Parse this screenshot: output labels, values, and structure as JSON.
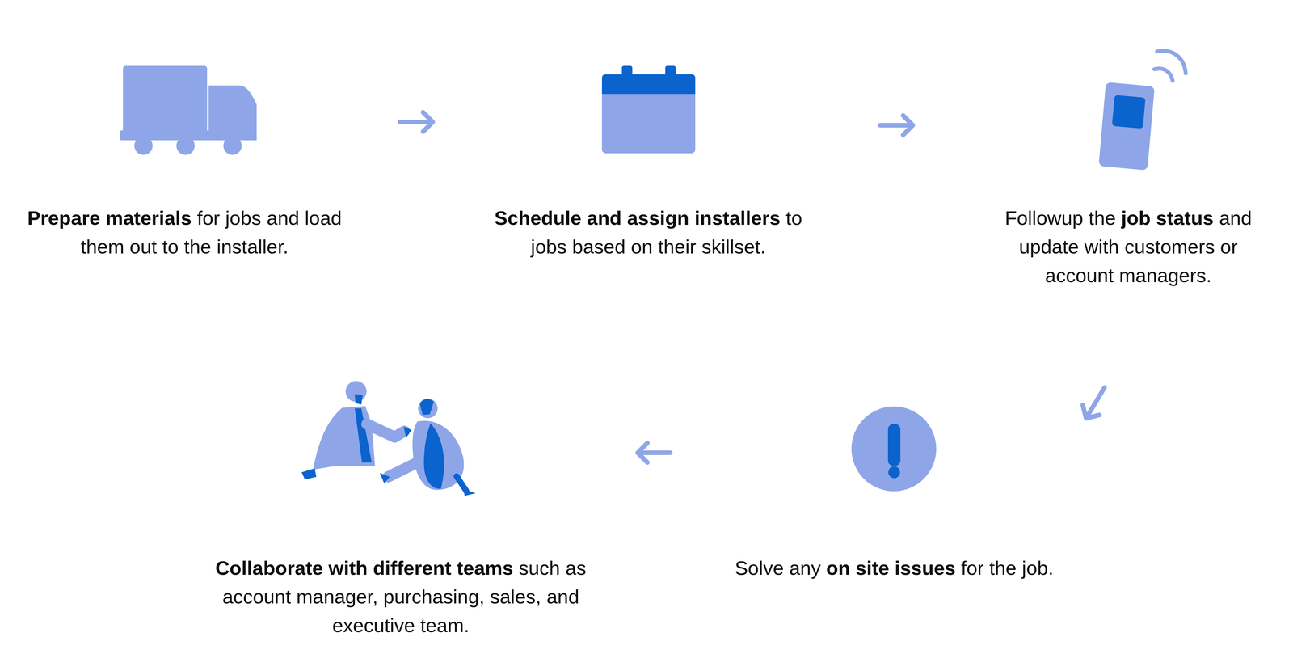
{
  "diagram": {
    "nodes": [
      {
        "text": [
          "Prepare materials",
          "for jobs and load them out to the installer."
        ]
      },
      {
        "text": [
          "Schedule and assign installers",
          "to jobs based on their skillset."
        ]
      },
      {
        "text": [
          "Followup the",
          "job status",
          "and update with customers or account managers."
        ]
      },
      {
        "text": [
          "Solve any",
          "on site issues",
          "for the job."
        ]
      },
      {
        "text": [
          "Collaborate with different teams",
          "such as account manager, purchasing, sales, and executive team."
        ]
      }
    ],
    "edges": [
      {
        "from": 0,
        "to": 1,
        "arrow": "to"
      },
      {
        "from": 1,
        "to": 2,
        "arrow": "to"
      },
      {
        "from": 2,
        "to": 3,
        "arrow": "to"
      },
      {
        "from": 3,
        "to": 4,
        "arrow": "to"
      }
    ]
  }
}
